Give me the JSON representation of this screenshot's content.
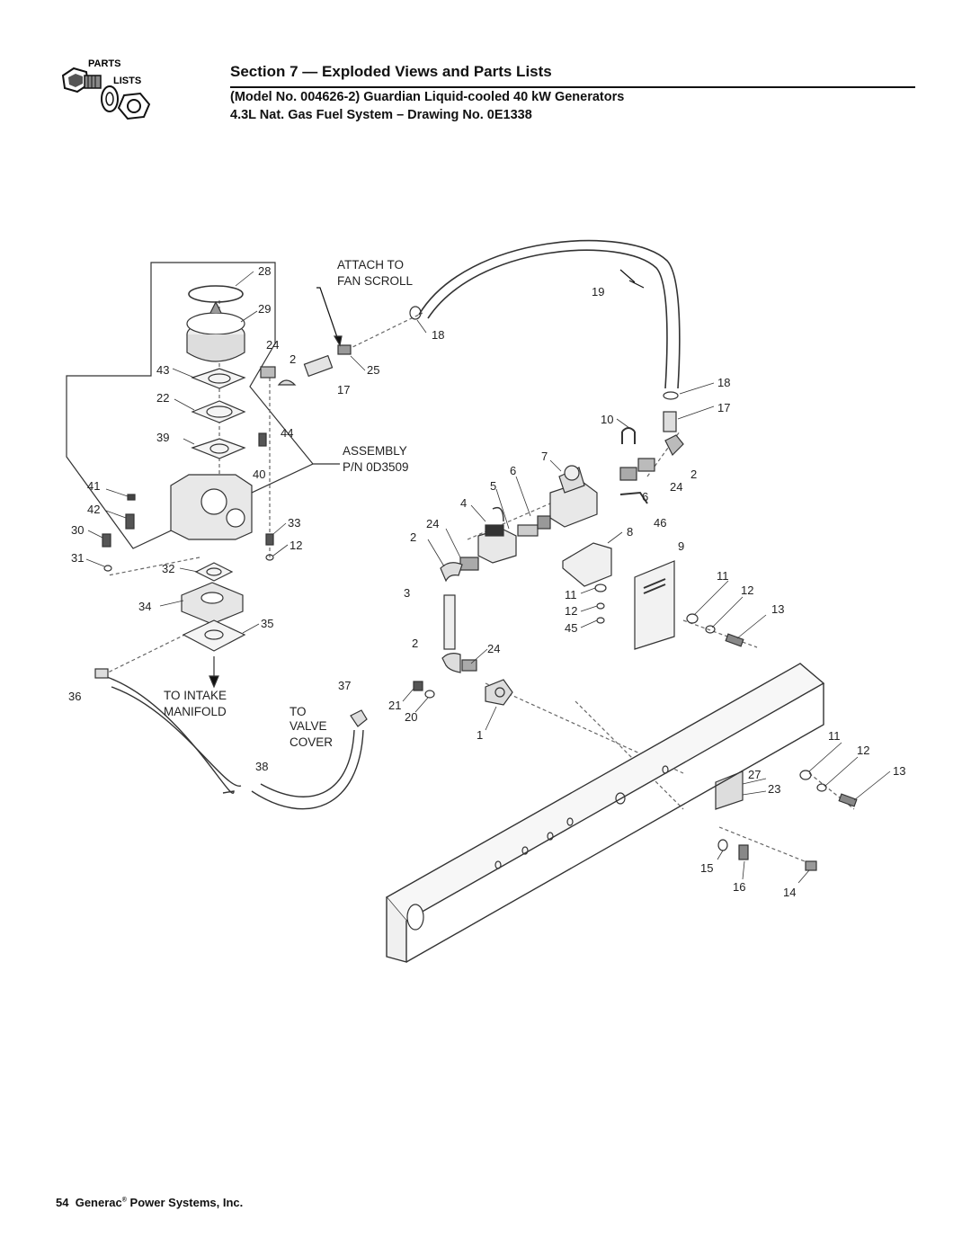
{
  "logo": {
    "line1": "PARTS",
    "line2": "LISTS"
  },
  "header": {
    "section_title": "Section 7 — Exploded Views and Parts Lists",
    "subtitle_1": "(Model No. 004626-2) Guardian Liquid-cooled 40 kW Generators",
    "subtitle_2": "4.3L Nat. Gas Fuel System – Drawing No. 0E1338"
  },
  "notes": {
    "attach_1": "ATTACH TO",
    "attach_2": "FAN SCROLL",
    "assembly_1": "ASSEMBLY",
    "assembly_2": "P/N 0D3509",
    "intake_1": "TO INTAKE",
    "intake_2": "MANIFOLD",
    "valve_1": "TO",
    "valve_2": "VALVE",
    "valve_3": "COVER"
  },
  "callouts": [
    {
      "id": "c28",
      "text": "28"
    },
    {
      "id": "c29",
      "text": "29"
    },
    {
      "id": "c24a",
      "text": "24"
    },
    {
      "id": "c2a",
      "text": "2"
    },
    {
      "id": "c43",
      "text": "43"
    },
    {
      "id": "c22",
      "text": "22"
    },
    {
      "id": "c39",
      "text": "39"
    },
    {
      "id": "c44",
      "text": "44"
    },
    {
      "id": "c40",
      "text": "40"
    },
    {
      "id": "c41",
      "text": "41"
    },
    {
      "id": "c42",
      "text": "42"
    },
    {
      "id": "c30",
      "text": "30"
    },
    {
      "id": "c31",
      "text": "31"
    },
    {
      "id": "c33",
      "text": "33"
    },
    {
      "id": "c12a",
      "text": "12"
    },
    {
      "id": "c32",
      "text": "32"
    },
    {
      "id": "c34",
      "text": "34"
    },
    {
      "id": "c35",
      "text": "35"
    },
    {
      "id": "c36",
      "text": "36"
    },
    {
      "id": "c37",
      "text": "37"
    },
    {
      "id": "c38",
      "text": "38"
    },
    {
      "id": "c18a",
      "text": "18"
    },
    {
      "id": "c25",
      "text": "25"
    },
    {
      "id": "c17a",
      "text": "17"
    },
    {
      "id": "c19",
      "text": "19"
    },
    {
      "id": "c18b",
      "text": "18"
    },
    {
      "id": "c17b",
      "text": "17"
    },
    {
      "id": "c10",
      "text": "10"
    },
    {
      "id": "c7",
      "text": "7"
    },
    {
      "id": "c6a",
      "text": "6"
    },
    {
      "id": "c5",
      "text": "5"
    },
    {
      "id": "c4",
      "text": "4"
    },
    {
      "id": "c24b",
      "text": "24"
    },
    {
      "id": "c2b",
      "text": "2"
    },
    {
      "id": "c2c",
      "text": "2"
    },
    {
      "id": "c24c",
      "text": "24"
    },
    {
      "id": "c6b",
      "text": "6"
    },
    {
      "id": "c46",
      "text": "46"
    },
    {
      "id": "c8",
      "text": "8"
    },
    {
      "id": "c9",
      "text": "9"
    },
    {
      "id": "c3",
      "text": "3"
    },
    {
      "id": "c11a",
      "text": "11"
    },
    {
      "id": "c12b",
      "text": "12"
    },
    {
      "id": "c45",
      "text": "45"
    },
    {
      "id": "c11b",
      "text": "11"
    },
    {
      "id": "c12c",
      "text": "12"
    },
    {
      "id": "c13a",
      "text": "13"
    },
    {
      "id": "c2d",
      "text": "2"
    },
    {
      "id": "c24d",
      "text": "24"
    },
    {
      "id": "c21",
      "text": "21"
    },
    {
      "id": "c20",
      "text": "20"
    },
    {
      "id": "c1",
      "text": "1"
    },
    {
      "id": "c11c",
      "text": "11"
    },
    {
      "id": "c12d",
      "text": "12"
    },
    {
      "id": "c13b",
      "text": "13"
    },
    {
      "id": "c27",
      "text": "27"
    },
    {
      "id": "c23",
      "text": "23"
    },
    {
      "id": "c15",
      "text": "15"
    },
    {
      "id": "c16",
      "text": "16"
    },
    {
      "id": "c14",
      "text": "14"
    }
  ],
  "footer": {
    "page": "54",
    "company": "Generac",
    "reg": "®",
    "rest": " Power Systems, Inc."
  }
}
